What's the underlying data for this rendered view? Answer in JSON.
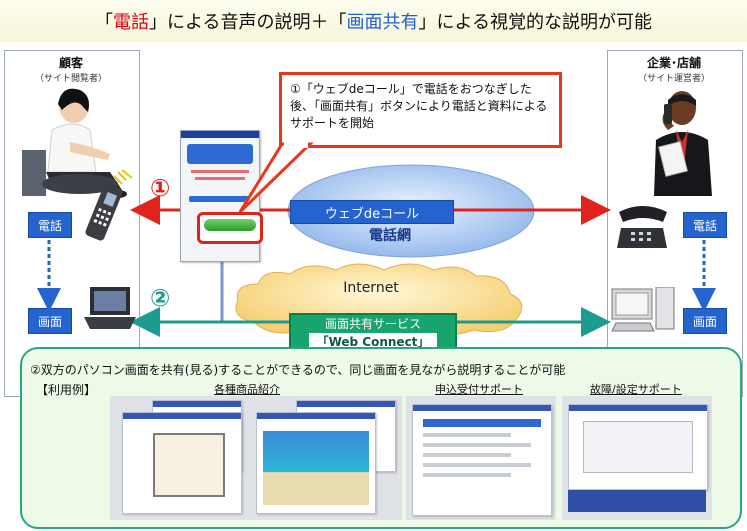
{
  "title": {
    "q_open": "「",
    "term1": "電話",
    "q_close": "」",
    "mid": "による音声の説明＋",
    "q_open2": "「",
    "term2": "画面共有",
    "q_close2": "」",
    "tail": "による視覚的な説明が可能"
  },
  "left": {
    "heading": "顧客",
    "sub": "（サイト閲覧者）",
    "phone_label": "電話",
    "screen_label": "画面"
  },
  "right": {
    "heading": "企業･店舗",
    "sub": "（サイト運営者）",
    "phone_label": "電話",
    "screen_label": "画面"
  },
  "steps": {
    "one": "①",
    "two": "②"
  },
  "callout": {
    "text": "①「ウェブdeコール」で電話をおつなぎした後、「画面共有」ボタンにより電話と資料によるサポートを開始"
  },
  "phone_network": {
    "service": "ウェブdeコール",
    "name": "電話網"
  },
  "internet": {
    "name": "Internet"
  },
  "share_service": {
    "line1": "画面共有サービス",
    "line2": "「Web Connect」"
  },
  "bottom": {
    "headline": "②双方のパソコン画面を共有(見る)することができるので、同じ画面を見ながら説明することが可能",
    "examples_label": "【利用例】",
    "examples": [
      "各種商品紹介",
      "申込受付サポート",
      "故障/設定サポート"
    ]
  },
  "colors": {
    "red": "#e60012",
    "blue": "#2563cf",
    "green": "#2aa486",
    "arrow_teal": "#1c9c8f"
  }
}
